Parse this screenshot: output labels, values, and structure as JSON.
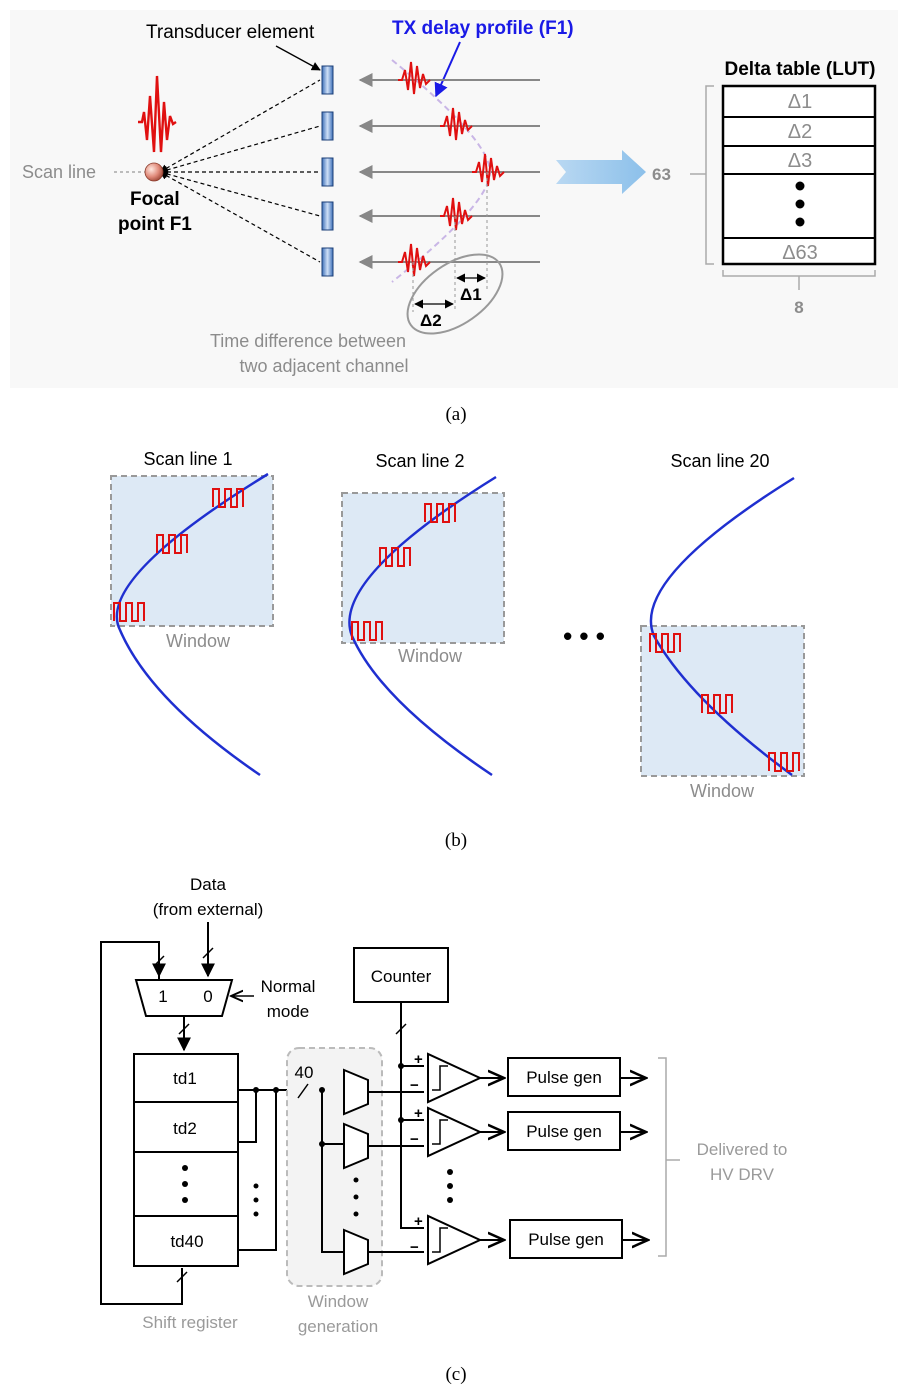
{
  "panel_a": {
    "transducer_label": "Transducer element",
    "tx_delay_label": "TX delay profile (F1)",
    "scan_line_label": "Scan line",
    "focal_label_1": "Focal",
    "focal_label_2": "point F1",
    "delta1": "Δ1",
    "delta2": "Δ2",
    "time_diff_1": "Time difference between",
    "time_diff_2": "two adjacent channel",
    "lut_title": "Delta table (LUT)",
    "lut_rows": [
      "Δ1",
      "Δ2",
      "Δ3",
      "Δ63"
    ],
    "lut_depth": "63",
    "lut_width": "8",
    "caption": "(a)"
  },
  "panel_b": {
    "scan_titles": [
      "Scan line 1",
      "Scan line 2",
      "Scan line 20"
    ],
    "window_label": "Window",
    "ellipsis": "• • •",
    "caption": "(b)"
  },
  "panel_c": {
    "data_label_1": "Data",
    "data_label_2": "(from external)",
    "mux_in_1": "1",
    "mux_in_0": "0",
    "normal_mode_1": "Normal",
    "normal_mode_2": "mode",
    "counter_label": "Counter",
    "registers": [
      "td1",
      "td2",
      "td40"
    ],
    "bus_width": "40",
    "pulse_gen_label": "Pulse gen",
    "plus": "+",
    "minus": "−",
    "delivered_1": "Delivered to",
    "delivered_2": "HV DRV",
    "shift_register_label": "Shift register",
    "window_gen_1": "Window",
    "window_gen_2": "generation",
    "caption": "(c)"
  },
  "colors": {
    "wave_red": "#e01010",
    "curve_blue": "#1f2fd0",
    "window_fill": "#dde9f5",
    "gray_text": "#8c8c8c",
    "label_blue": "#1a1ae6"
  }
}
